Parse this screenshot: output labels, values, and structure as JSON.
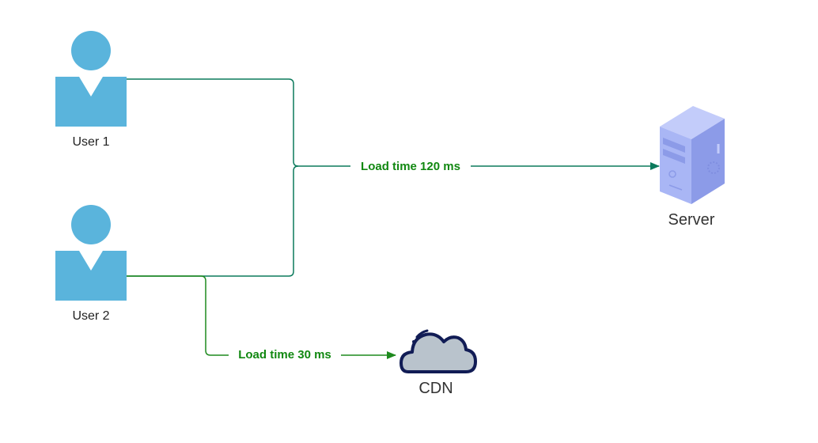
{
  "nodes": {
    "user1": {
      "label": "User 1",
      "icon": "user-icon"
    },
    "user2": {
      "label": "User 2",
      "icon": "user-icon"
    },
    "server": {
      "label": "Server",
      "icon": "server-icon"
    },
    "cdn": {
      "label": "CDN",
      "icon": "cloud-icon"
    }
  },
  "edges": {
    "to_server": {
      "label": "Load time 120 ms"
    },
    "to_cdn": {
      "label": "Load time 30 ms"
    }
  },
  "colors": {
    "user_icon": "#5ab4dc",
    "server_edge": "#0b7a5c",
    "cdn_edge": "#1e8a1e",
    "edge_label": "#118811",
    "server_front": "#a9b6f5",
    "server_side": "#8c9be8",
    "server_top": "#c3ccfa",
    "cloud_fill": "#b9c3cc",
    "cloud_stroke": "#111c55",
    "node_label": "#333333"
  }
}
